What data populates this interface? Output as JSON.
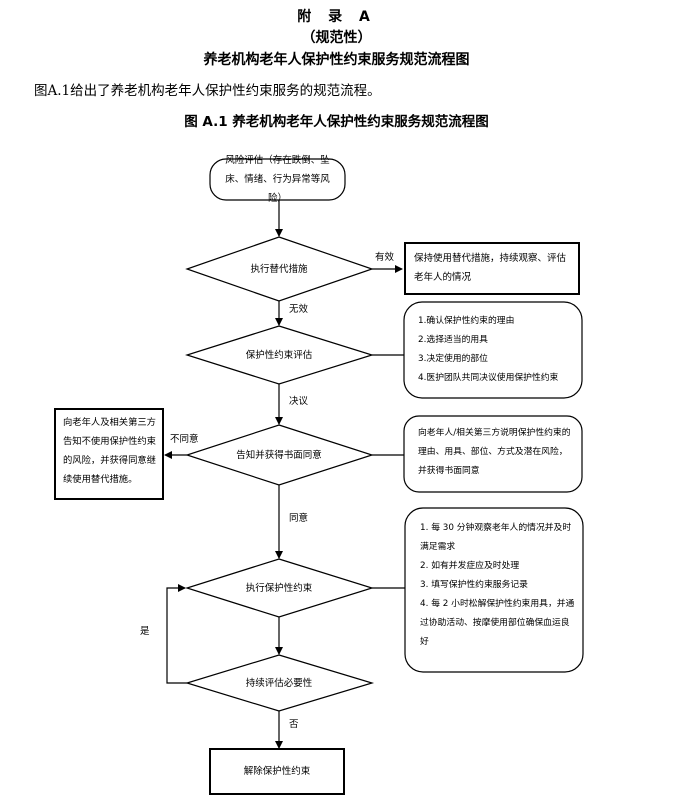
{
  "header": {
    "appendix": "附 录 A",
    "normative": "（规范性）",
    "title": "养老机构老年人保护性约束服务规范流程图"
  },
  "intro": "图A.1给出了养老机构老年人保护性约束服务的规范流程。",
  "figure_title": "图 A.1 养老机构老年人保护性约束服务规范流程图",
  "flow": {
    "start": "风险评估（存在跌倒、坠床、情绪、行为异常等风险）",
    "alt_measure": "执行替代措施",
    "effective_label": "有效",
    "effective_box": "保持使用替代措施，持续观察、评估老年人的情况",
    "ineffective_label": "无效",
    "assess": "保护性约束评估",
    "assess_notes": [
      "1.确认保护性约束的理由",
      "2.选择适当的用具",
      "3.决定使用的部位",
      "4.医护团队共同决议使用保护性约束"
    ],
    "suggest_label": "决议",
    "consent": "告知并获得书面同意",
    "consent_note": "向老年人/相关第三方说明保护性约束的理由、用具、部位、方式及潜在风险，并获得书面同意",
    "disagree_label": "不同意",
    "disagree_box": "向老年人及相关第三方告知不使用保护性约束的风险，并获得同意继续使用替代措施。",
    "agree_label": "同意",
    "execute": "执行保护性约束",
    "execute_notes": [
      "1. 每 30 分钟观察老年人的情况并及时满足需求",
      "2. 如有并发症应及时处理",
      "3. 填写保护性约束服务记录",
      "4. 每 2 小时松解保护性约束用具，并通过协助活动、按摩使用部位确保血运良好"
    ],
    "yes_label": "是",
    "continue": "持续评估必要性",
    "no_label": "否",
    "end": "解除保护性约束"
  }
}
